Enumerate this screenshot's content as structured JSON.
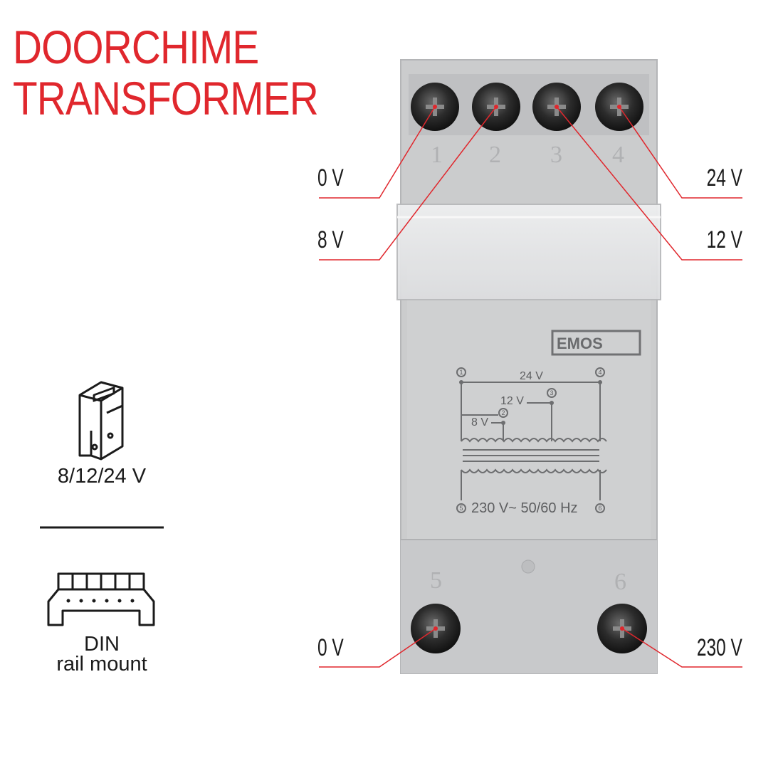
{
  "title": {
    "line1": "DOORCHIME",
    "line2": "TRANSFORMER"
  },
  "callouts": {
    "left_top": "0 V",
    "left_mid": "8 V",
    "right_top": "24 V",
    "right_mid": "12 V",
    "bottom_left": "0 V",
    "bottom_right": "230 V"
  },
  "terminal_numbers": [
    "1",
    "2",
    "3",
    "4",
    "5",
    "6"
  ],
  "brand": "EMOS",
  "schematic": {
    "v24": "24 V",
    "v12": "12 V",
    "v8": "8 V",
    "input": "230 V~ 50/60 Hz",
    "nodes": [
      "1",
      "2",
      "3",
      "4",
      "5",
      "6"
    ]
  },
  "side": {
    "voltage_label": "8/12/24 V",
    "din_line1": "DIN",
    "din_line2": "rail mount"
  },
  "colors": {
    "accent": "#e0272d",
    "housing": "#c9cacc",
    "text": "#1b1b1b"
  }
}
